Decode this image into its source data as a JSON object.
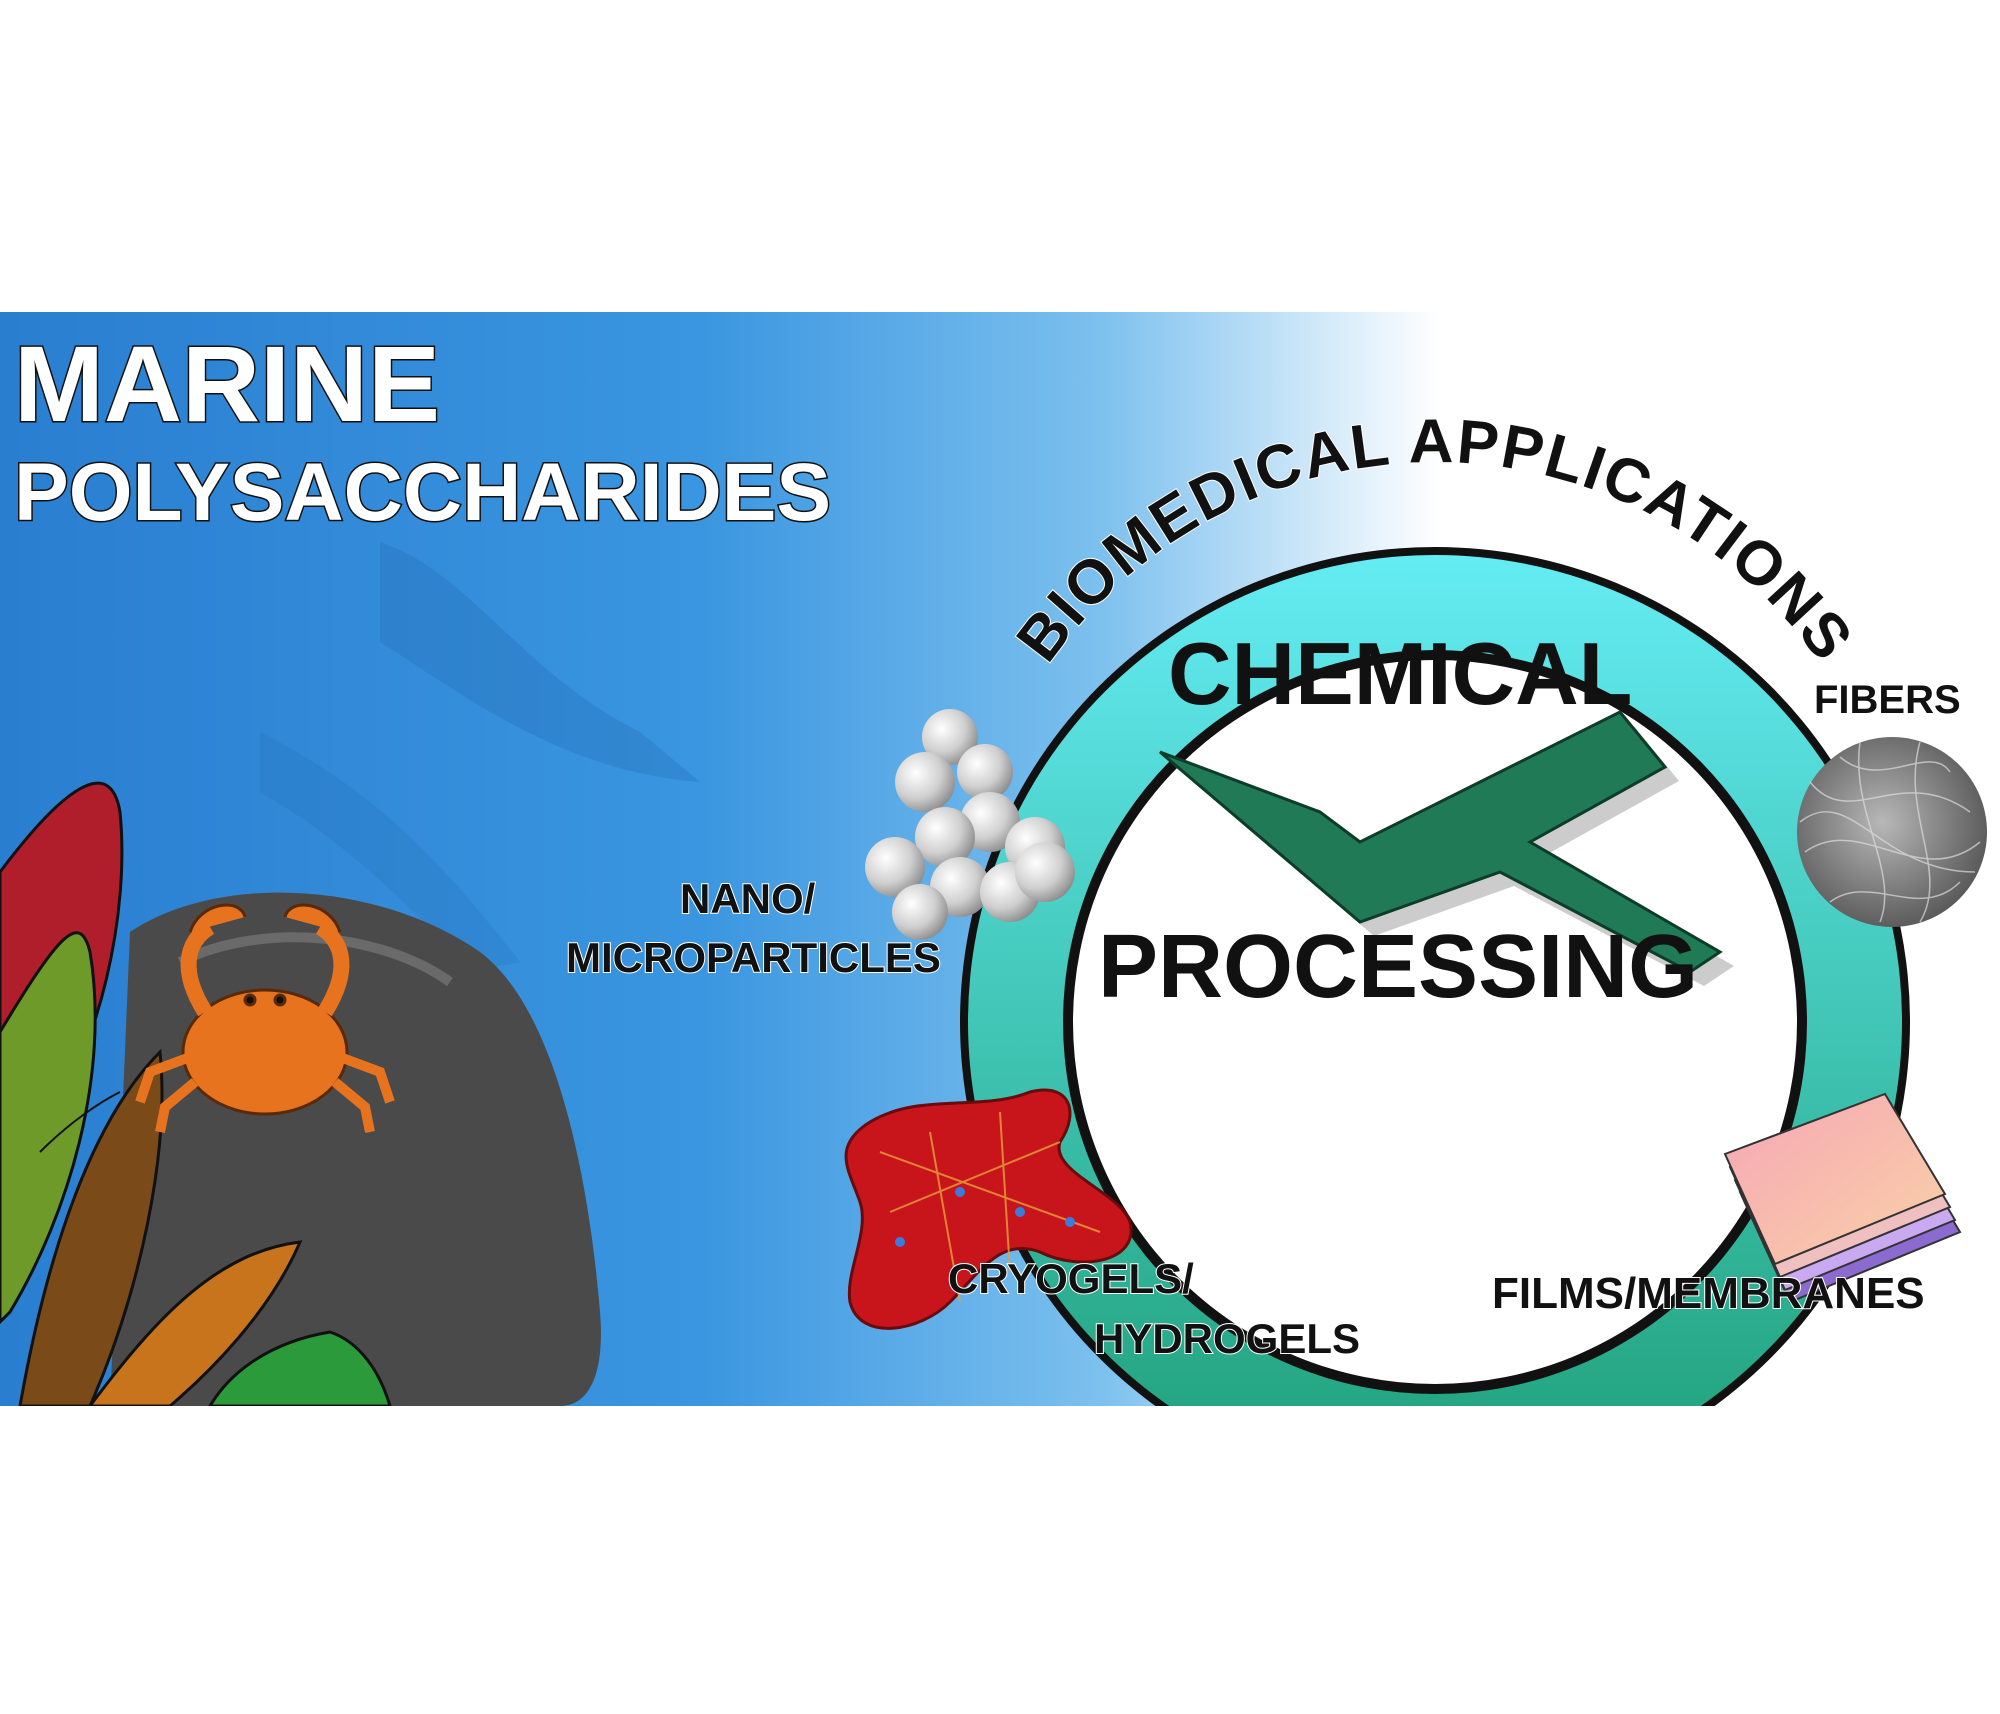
{
  "title": {
    "line1": "MARINE",
    "line2": "POLYSACCHARIDES"
  },
  "ring": {
    "arc_text": "BIOMEDICAL APPLICATIONS",
    "center_top": "CHEMICAL",
    "center_bottom": "PROCESSING"
  },
  "applications": {
    "particles": {
      "line1": "NANO/",
      "line2": "MICROPARTICLES"
    },
    "fibers": "FIBERS",
    "gels": {
      "line1": "CRYOGELS/",
      "line2": "HYDROGELS"
    },
    "films": "FILMS/MEMBRANES"
  },
  "colors": {
    "ring_top": "#5ee8f0",
    "ring_bottom": "#1fa07a",
    "sky_blue": "#2f8fd8",
    "crab": "#e8731e",
    "rock": "#4a4a4a",
    "gel_red": "#c8151b",
    "polymer_green": "#1f7a55"
  },
  "icons": [
    "crab-icon",
    "seaweed-icon",
    "rock-icon",
    "particles-icon",
    "fiber-mesh-icon",
    "hydrogel-icon",
    "film-stack-icon",
    "polymer-chain-icon"
  ]
}
